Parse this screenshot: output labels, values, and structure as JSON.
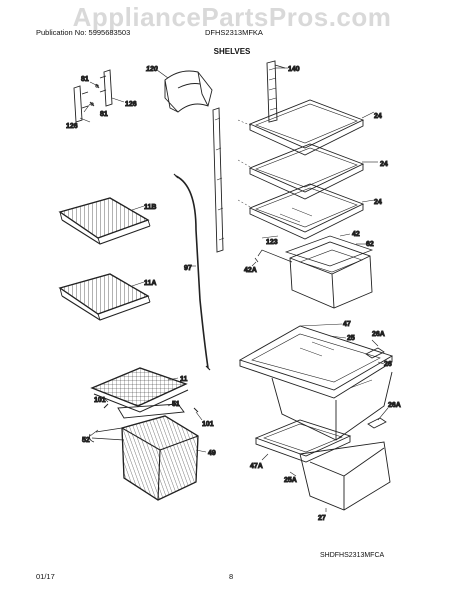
{
  "watermark": "AppliancePartsPros.com",
  "header": {
    "publication": "Publication No: 5995683503",
    "model": "DFHS2313MFKA"
  },
  "section_title": "SHELVES",
  "drawing_code": "SHDFHS2313MFCA",
  "footer": {
    "date": "01/17",
    "page": "8"
  },
  "callouts": {
    "c81a": "81",
    "c126a": "126",
    "c81b": "81",
    "c126b": "126",
    "c120": "120",
    "c140": "140",
    "c24a": "24",
    "c24b": "24",
    "c24c": "24",
    "c11b": "11B",
    "c11a": "11A",
    "c97": "97",
    "c123": "123",
    "c42": "42",
    "c62": "62",
    "c42a": "42A",
    "c47": "47",
    "c25": "25",
    "c26a1": "26A",
    "c26": "26",
    "c11": "11",
    "c101a": "101",
    "c51": "51",
    "c101b": "101",
    "c52": "52",
    "c49": "49",
    "c26a2": "26A",
    "c47a": "47A",
    "c25a": "25A",
    "c27": "27"
  }
}
